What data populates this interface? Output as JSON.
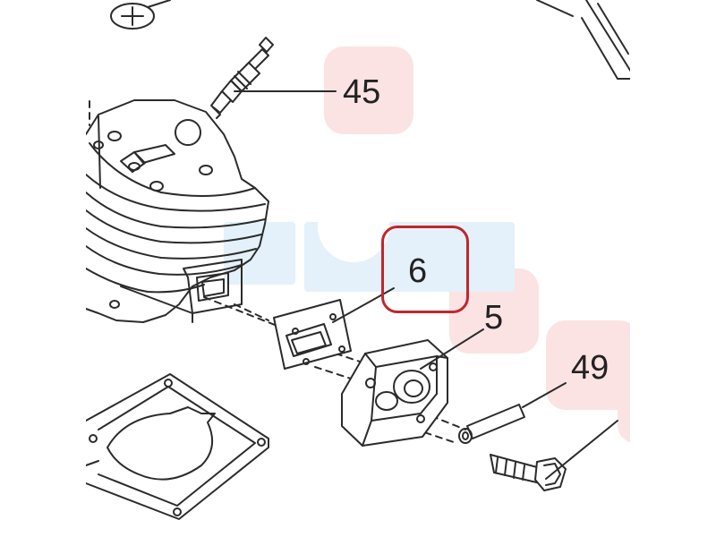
{
  "callouts": {
    "spark_plug": "45",
    "gasket_highlighted": "6",
    "intake_flange": "5",
    "bolt": "49"
  },
  "colors": {
    "highlight_border": "#c0272d",
    "callout_badge": "#fbe3e3",
    "watermark_blue": "#e4f1fa",
    "line_art": "#2b2b2b"
  }
}
